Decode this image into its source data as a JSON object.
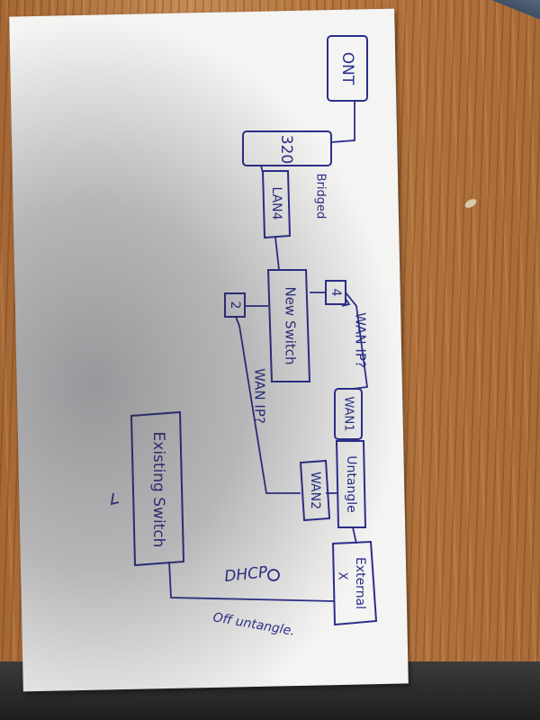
{
  "labels": {
    "ont": "ONT",
    "box320": "320",
    "lan4": "LAN4",
    "bridged": "Bridged",
    "new_switch": "New Switch",
    "port4": "4",
    "port2": "2",
    "wan_ip_top": "WAN IP?",
    "wan_ip_mid": "WAN IP?",
    "wan1": "WAN1",
    "untangle": "Untangle",
    "wan2": "WAN2",
    "existing_switch": "Existing Switch",
    "external": "External",
    "external_port": "X",
    "dhcp": "DHCP",
    "off_untangle": "Off untangle."
  },
  "colors": {
    "ink": "#2b2e8c",
    "paper": "#f4f4f2"
  }
}
